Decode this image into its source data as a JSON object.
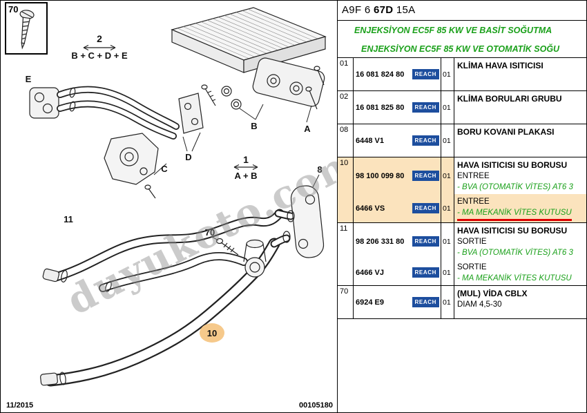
{
  "watermark": "duyukoto.com",
  "inset": {
    "label": "70"
  },
  "diagram": {
    "group2_num": "2",
    "group2_formula": "B + C + D + E",
    "group1_num": "1",
    "group1_formula": "A + B",
    "label_e": "E",
    "label_a": "A",
    "label_b": "B",
    "label_c": "C",
    "label_d": "D",
    "label_8": "8",
    "label_11": "11",
    "label_70": "70",
    "label_10": "10",
    "footer_date": "11/2015",
    "footer_code": "00105180"
  },
  "panel": {
    "title_prefix": "A9F 6 ",
    "title_bold": "67D",
    "title_suffix": " 15A",
    "subtitle_line1": "ENJEKSİYON EC5F 85 KW VE BASİT SOĞUTMA",
    "subtitle_line2": "ENJEKSİYON EC5F 85 KW VE OTOMATİK SOĞU",
    "reach_label": "REACH",
    "rows": [
      {
        "ref": "01",
        "subrows": [
          {
            "number": "16 081 824 80",
            "qty": "01",
            "lines": [
              {
                "text": "KLİMA HAVA ISITICISI",
                "style": "title"
              }
            ]
          }
        ]
      },
      {
        "ref": "02",
        "subrows": [
          {
            "number": "16 081 825 80",
            "qty": "01",
            "lines": [
              {
                "text": "KLİMA BORULARI GRUBU",
                "style": "title"
              }
            ]
          }
        ]
      },
      {
        "ref": "08",
        "subrows": [
          {
            "number": "6448 V1",
            "qty": "01",
            "lines": [
              {
                "text": "BORU KOVANI PLAKASI",
                "style": "title"
              }
            ]
          }
        ]
      },
      {
        "ref": "10",
        "highlight": true,
        "subrows": [
          {
            "number": "98 100 099 80",
            "qty": "01",
            "desc_bg": "white",
            "lines": [
              {
                "text": "HAVA ISITICISI SU BORUSU",
                "style": "title"
              },
              {
                "text": "ENTREE",
                "style": "plain"
              },
              {
                "text": "- BVA (OTOMATİK VİTES) AT6 3",
                "style": "green"
              }
            ]
          },
          {
            "number": "6466 VS",
            "qty": "01",
            "lines": [
              {
                "text": "ENTREE",
                "style": "plain"
              },
              {
                "text": "- MA MEKANİK VİTES KUTUSU",
                "style": "green-underline"
              }
            ]
          }
        ]
      },
      {
        "ref": "11",
        "subrows": [
          {
            "number": "98 206 331 80",
            "qty": "01",
            "lines": [
              {
                "text": "HAVA ISITICISI SU BORUSU",
                "style": "title"
              },
              {
                "text": "SORTIE",
                "style": "plain"
              },
              {
                "text": "- BVA (OTOMATİK VİTES) AT6 3",
                "style": "green"
              }
            ]
          },
          {
            "number": "6466 VJ",
            "qty": "01",
            "lines": [
              {
                "text": "SORTIE",
                "style": "plain"
              },
              {
                "text": "- MA MEKANİK VİTES KUTUSU",
                "style": "green"
              }
            ]
          }
        ]
      },
      {
        "ref": "70",
        "subrows": [
          {
            "number": "6924 E9",
            "qty": "01",
            "lines": [
              {
                "text": "(MUL) VİDA CBLX",
                "style": "title"
              },
              {
                "text": "DIAM 4,5-30",
                "style": "plain"
              }
            ]
          }
        ]
      }
    ]
  },
  "colors": {
    "green": "#1aa01a",
    "reach_bg": "#1d4e9e",
    "highlight": "#fbe3bd",
    "red_underline": "#dd0000",
    "badge_fill": "#f6c98b"
  }
}
